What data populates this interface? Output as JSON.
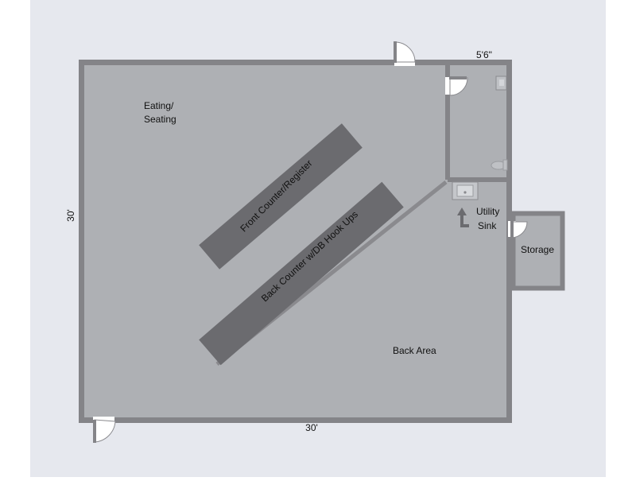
{
  "colors": {
    "page_background": "#e6e8ee",
    "floor": "#aeb0b4",
    "wall": "#848488",
    "wall_edge": "#74747a",
    "counter": "#6b6b6f",
    "door_leaf": "#ffffff",
    "text": "#111111"
  },
  "plan": {
    "rooms": {
      "eating_seating": "Eating/\nSeating",
      "utility_sink": "Utility\nSink",
      "storage": "Storage",
      "back_area": "Back Area"
    },
    "counters": {
      "front": "Front Counter/Register",
      "back": "Back Counter w/DB Hook Ups"
    },
    "dimensions": {
      "width": "30'",
      "depth": "30'",
      "restroom_width": "5'6\""
    }
  }
}
